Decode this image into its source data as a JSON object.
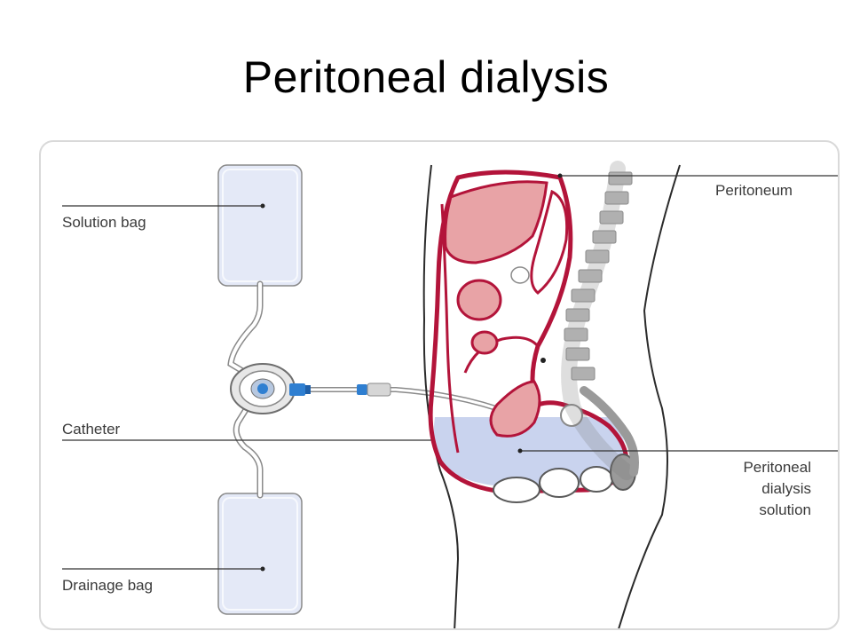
{
  "title": "Peritoneal dialysis",
  "labels": {
    "solution_bag": "Solution bag",
    "catheter": "Catheter",
    "drainage_bag": "Drainage bag",
    "peritoneum": "Peritoneum",
    "dialysis_solution_line1": "Peritoneal",
    "dialysis_solution_line2": "dialysis",
    "dialysis_solution_line3": "solution"
  },
  "colors": {
    "peritoneum": "#b3143a",
    "organ_fill": "#e8a3a6",
    "solution_fill": "#c9d3ee",
    "bag_fill": "#e4e9f7",
    "catheter_connector": "#2f7fd1",
    "vertebra": "#b0b0b0",
    "panel_border": "#d9d9d9"
  }
}
